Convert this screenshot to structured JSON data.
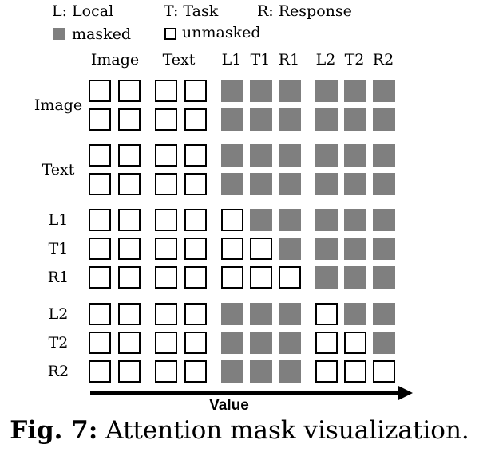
{
  "legend": {
    "local": "L: Local",
    "task": "T: Task",
    "response": "R: Response",
    "masked": "masked",
    "unmasked": "unmasked"
  },
  "columns": [
    "Image",
    "Text",
    "L1",
    "T1",
    "R1",
    "L2",
    "T2",
    "R2"
  ],
  "rows": [
    "Image",
    "Text",
    "L1",
    "T1",
    "R1",
    "L2",
    "T2",
    "R2"
  ],
  "matrix": [
    "0000111111",
    "0000111111",
    "0000111111",
    "0000111111",
    "0000011111",
    "0000001111",
    "0000000111",
    "0000111011",
    "0000111001",
    "0000111000"
  ],
  "axis_label": "Value",
  "caption": {
    "prefix": "Fig. 7:",
    "text": "Attention mask visualization."
  }
}
